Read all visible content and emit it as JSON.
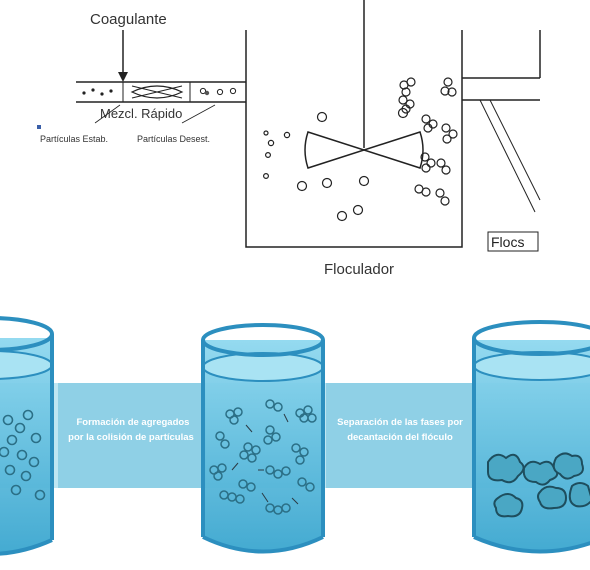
{
  "top_diagram": {
    "coagulant_label": "Coagulante",
    "rapid_mix_label": "Mezcl. Rápido",
    "stable_particles_label": "Partículas Estab.",
    "destabilized_particles_label": "Partículas Desest.",
    "flocculator_label": "Floculador",
    "flocs_label": "Flocs"
  },
  "bottom_diagram": {
    "step1_caption_line1": "Formación de agregados",
    "step1_caption_line2": "por la colisión de partículas",
    "step2_caption_line1": "Separación de las fases por",
    "step2_caption_line2": "decantación del flóculo"
  },
  "colors": {
    "band": "#bfe6f2",
    "water_dark": "#3aa6cf",
    "water_light": "#7fd0ea",
    "caption_text": "#ffffff",
    "rim": "#2c8fbf",
    "particle": "#2b6f86",
    "floc_fill": "#4aa7c4",
    "line": "#222222"
  },
  "icons": [
    "coagulant-arrow-icon",
    "impeller-icon",
    "particle-icon",
    "floc-icon"
  ]
}
